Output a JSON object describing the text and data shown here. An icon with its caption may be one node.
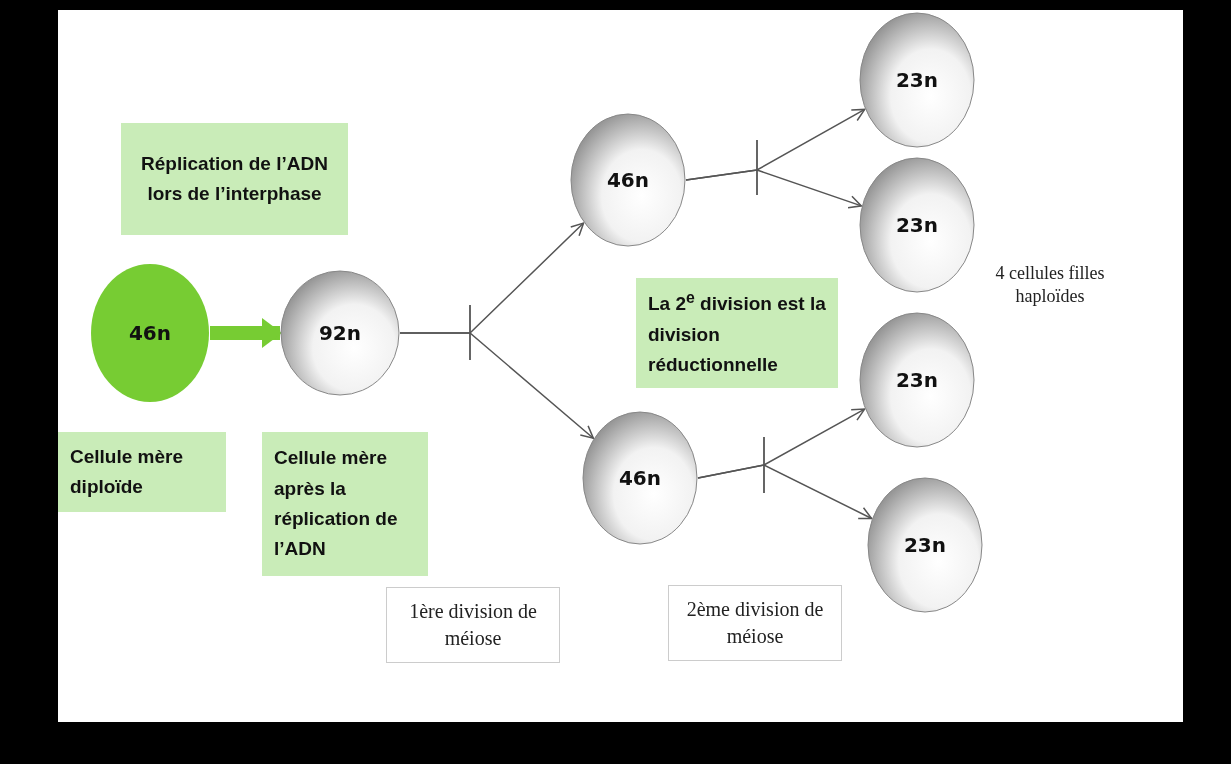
{
  "diagram": {
    "nodes": [
      {
        "text": [
          "46n"
        ]
      },
      {
        "text": [
          "92n"
        ]
      },
      {
        "text": [
          "46n"
        ]
      },
      {
        "text": [
          "46n"
        ]
      },
      {
        "text": [
          "23n"
        ]
      },
      {
        "text": [
          "23n"
        ]
      },
      {
        "text": [
          "23n"
        ]
      },
      {
        "text": [
          "23n"
        ]
      },
      {
        "text": [
          "Réplication de l’ADN lors de l’interphase"
        ]
      },
      {
        "text": [
          "Cellule mère diploïde"
        ]
      },
      {
        "text": [
          "Cellule mère après la réplication de l’ADN"
        ]
      },
      {
        "text": [
          "La 2$^{e}$ division est la division réductionnelle"
        ]
      },
      {
        "text": [
          "1ère division de méiose"
        ]
      },
      {
        "text": [
          "2ème division de méiose"
        ]
      }
    ],
    "edges": [
      {
        "from": 0,
        "to": 1,
        "arrow": "to",
        "style": "thick",
        "color": "#77cc33"
      },
      {
        "from": 1,
        "to": 2,
        "arrow": "to"
      },
      {
        "from": 1,
        "to": 3,
        "arrow": "to"
      },
      {
        "from": 2,
        "to": 4,
        "arrow": "to"
      },
      {
        "from": 2,
        "to": 5,
        "arrow": "to"
      },
      {
        "from": 3,
        "to": 6,
        "arrow": "to"
      },
      {
        "from": 3,
        "to": 7,
        "arrow": "to"
      }
    ],
    "labels": [
      "4 cellules filles haploïdes"
    ]
  }
}
